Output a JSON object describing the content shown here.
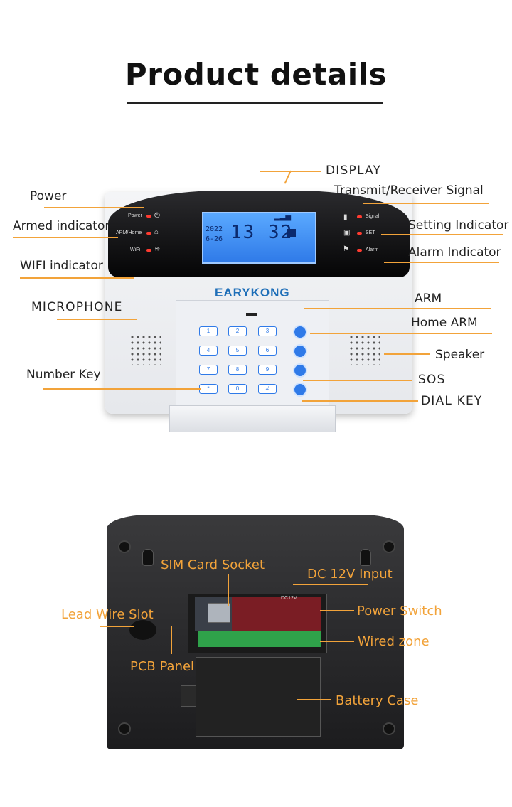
{
  "header": {
    "title": "Product details"
  },
  "front": {
    "brand": "EARYKONG",
    "lcd": {
      "main": "13 32",
      "date_top": "2022",
      "date_bottom": "6-26"
    },
    "panel_indicators": {
      "power": "Power",
      "arm_home": "ARM/Home",
      "wifi": "WiFi",
      "signal": "Signal",
      "set": "SET",
      "alarm": "Alarm"
    },
    "keys": [
      "1",
      "2",
      "3",
      "4",
      "5",
      "6",
      "7",
      "8",
      "9",
      "*",
      "0",
      "#"
    ],
    "labels": {
      "display": "DISPLAY",
      "power": "Power",
      "transmit_receiver": "Transmit/Receiver Signal",
      "armed_indicator": "Armed indicator",
      "setting_indicator": "Setting Indicator",
      "alarm_indicator": "Alarm Indicator",
      "wifi_indicator": "WIFI indicator",
      "microphone": "MICROPHONE",
      "arm": "ARM",
      "home_arm": "Home ARM",
      "speaker": "Speaker",
      "number_key": "Number Key",
      "sos": "SOS",
      "dial_key": "DIAL KEY"
    }
  },
  "back": {
    "board_text": "DC12V",
    "labels": {
      "sim_card_socket": "SIM Card Socket",
      "dc_input": "DC 12V Input",
      "lead_wire_slot": "Lead Wire Slot",
      "power_switch": "Power Switch",
      "wired_zone": "Wired zone",
      "pcb_panel": "PCB Panel",
      "battery_case": "Battery Case"
    }
  },
  "colors": {
    "accent": "#f2a33a",
    "lcd": "#3b8af0",
    "brand": "#1f6fb8"
  }
}
